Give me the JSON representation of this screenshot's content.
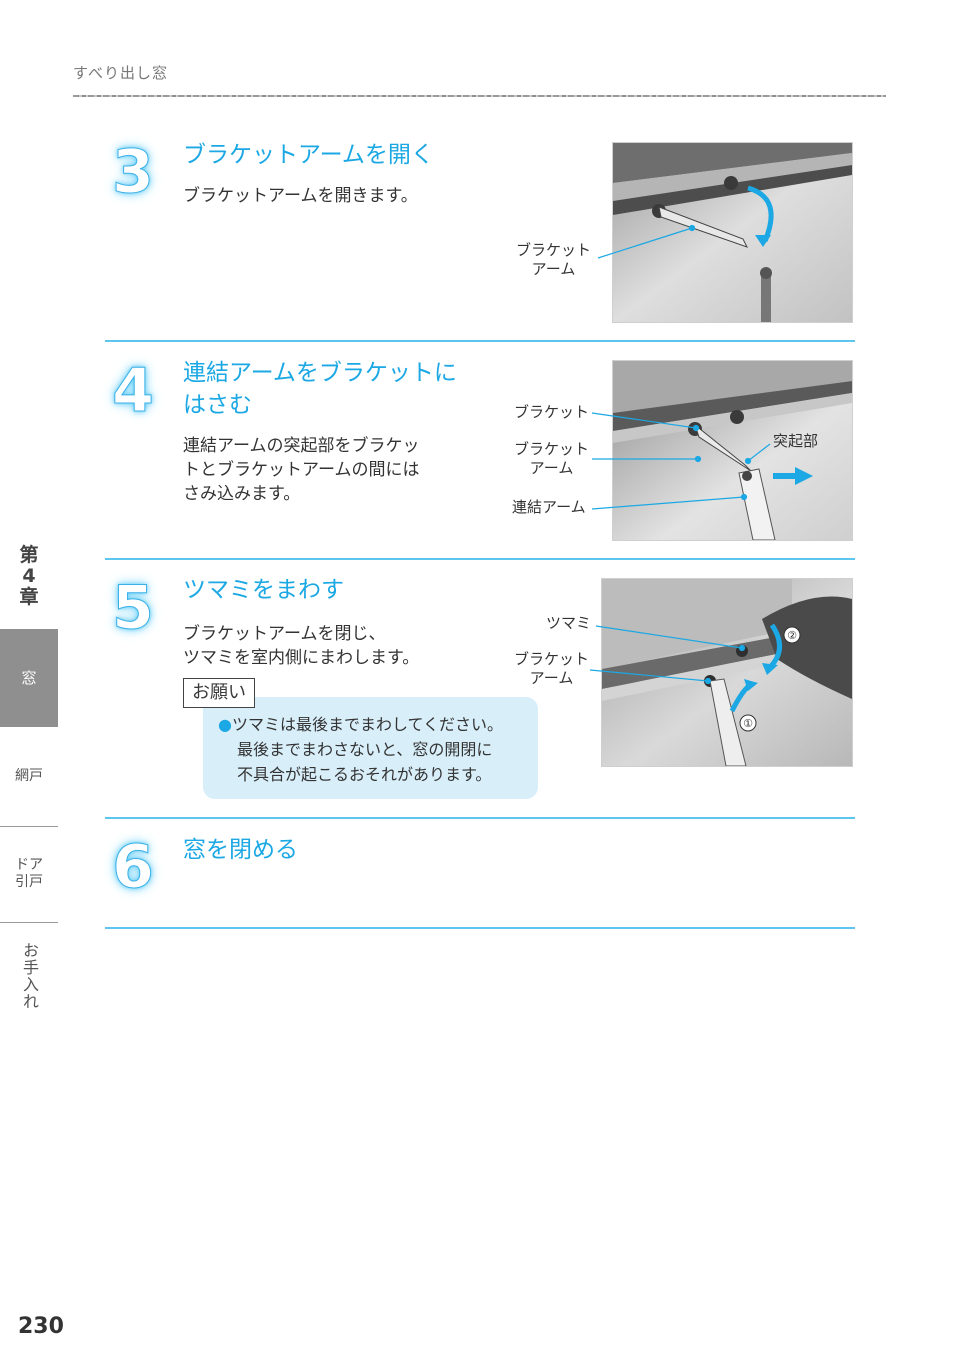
{
  "header": {
    "section_title": "すべり出し窓"
  },
  "steps": [
    {
      "number": "3",
      "title_lines": [
        "ブラケットアームを開く"
      ],
      "body_lines": [
        "ブラケットアームを開きます。"
      ],
      "callouts": [
        "ブラケット\nアーム"
      ]
    },
    {
      "number": "4",
      "title_lines": [
        "連結アームをブラケットに",
        "はさむ"
      ],
      "body_lines": [
        "連結アームの突起部をブラケッ",
        "トとブラケットアームの間には",
        "さみ込みます。"
      ],
      "callouts": [
        "ブラケット",
        "ブラケット\nアーム",
        "連結アーム",
        "突起部"
      ]
    },
    {
      "number": "5",
      "title_lines": [
        "ツマミをまわす"
      ],
      "body_lines": [
        "ブラケットアームを閉じ、",
        "ツマミを室内側にまわします。"
      ],
      "callouts": [
        "ツマミ",
        "ブラケット\nアーム"
      ],
      "markers": [
        "①",
        "②"
      ],
      "note": {
        "heading": "お願い",
        "bullet": "●",
        "lines": [
          "ツマミは最後までまわしてください。",
          "最後までまわさないと、窓の開閉に",
          "不具合が起こるおそれがあります。"
        ]
      }
    },
    {
      "number": "6",
      "title_lines": [
        "窓を閉める"
      ]
    }
  ],
  "side_nav": {
    "chapter_lines": [
      "第",
      "4",
      "章"
    ],
    "tabs": [
      {
        "label": "窓",
        "active": true
      },
      {
        "label": "網戸",
        "active": false
      },
      {
        "label": "ドア\n引戸",
        "active": false
      },
      {
        "label": "お手入れ",
        "active": false
      }
    ]
  },
  "page_number": "230",
  "colors": {
    "accent": "#1ba8e4",
    "divider": "#5cc6ee",
    "note_bg": "#d8eef9",
    "active_tab": "#8f8f8f"
  }
}
